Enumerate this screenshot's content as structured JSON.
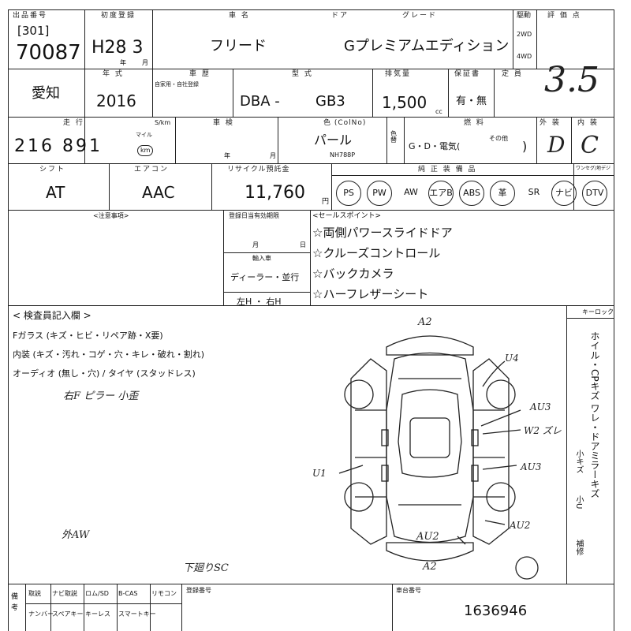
{
  "header": {
    "venue_label": "出品番号",
    "lot_prefix": "[301]",
    "lot_number": "70087",
    "first_reg_label": "初度登録",
    "first_reg_value": "H28 3",
    "year_unit": "年",
    "month_unit": "月",
    "model_name_label": "車 名",
    "door_label": "ドア",
    "grade_label": "グレード",
    "model_name": "フリード",
    "grade": "Gプレミアムエディション",
    "drive_label": "駆動",
    "drive_2wd": "2WD",
    "drive_4wd": "4WD",
    "score_label": "評 価 点",
    "score": "3.5"
  },
  "row2": {
    "prefecture": "愛知",
    "model_year_label": "年 式",
    "model_year": "2016",
    "history_label": "車 歴",
    "history_sub": "自家用・自社登録",
    "type_label": "型 式",
    "type_prefix": "DBA -",
    "type_code": "GB3",
    "displacement_label": "排気量",
    "displacement": "1,500",
    "cc_unit": "cc",
    "warranty_label": "保証書",
    "warranty_value": "有・無",
    "capacity_label": "定 員"
  },
  "row3": {
    "mileage_label": "走 行",
    "mileage_unit_note": "S/km",
    "mileage": "216 891",
    "mileage_unit_mile": "マイル",
    "mileage_unit_km": "km",
    "inspection_label": "車 検",
    "inspection_year": "年",
    "inspection_month": "月",
    "color_label": "色 (ColNo)",
    "color": "パール",
    "color_code": "NH788P",
    "color_change_label": "色 替",
    "fuel_label": "燃 料",
    "fuel_options": "G・D・電気(",
    "fuel_other": "その他",
    "fuel_close": ")",
    "exterior_label": "外 装",
    "exterior": "D",
    "interior_label": "内 装",
    "interior": "C"
  },
  "row4": {
    "shift_label": "シフト",
    "shift": "AT",
    "ac_label": "エアコン",
    "ac": "AAC",
    "recycle_label": "リサイクル預託金",
    "recycle": "11,760",
    "yen_unit": "円",
    "equipment_label": "純 正 装 備 品",
    "tv_label": "ワンセグ/地デジ",
    "equipment": [
      {
        "label": "PS",
        "circled": true
      },
      {
        "label": "PW",
        "circled": true
      },
      {
        "label": "AW",
        "circled": false
      },
      {
        "label": "エアB",
        "circled": true
      },
      {
        "label": "ABS",
        "circled": true
      },
      {
        "label": "革",
        "circled": true
      },
      {
        "label": "SR",
        "circled": false
      },
      {
        "label": "ナビ",
        "circled": true
      },
      {
        "label": "DTV",
        "circled": true
      }
    ]
  },
  "notes": {
    "caution_label": "<注意事項>",
    "deadline_label": "登録日当有効期限",
    "deadline_month": "月",
    "deadline_day": "日",
    "import_label": "輸入車",
    "import_dealer": "ディーラー・並行",
    "handle": "左H ・ 右H",
    "sales_label": "<セールスポイント>",
    "sales_points": [
      "☆両側パワースライドドア",
      "☆クルーズコントロール",
      "☆バックカメラ",
      "☆ハーフレザーシート"
    ]
  },
  "inspection": {
    "title": "< 検査員記入欄 >",
    "glass_line": "Fガラス (キズ・ヒビ・リペア跡・X要)",
    "interior_line": "内装 (キズ・汚れ・コゲ・穴・キレ・破れ・割れ)",
    "audio_line": "オーディオ (無し・穴) / タイヤ (スタッドレス)",
    "note1": "右F ピラー 小歪",
    "note2": "外AW",
    "note3": "下廻りSC",
    "keyless_label": "キーロック",
    "side_legend": "ホイル・CPキズ ワレ・ドアミラーキズ",
    "side_sub1": "小キズ",
    "side_sub2": "小U",
    "side_sub3": "補修"
  },
  "diagram_marks": {
    "front": "A2",
    "rear": "A2",
    "rear_bumper": "AU2",
    "right_rear_door": "AU3",
    "right_front_door": "AU3",
    "right_fender_rear": "AU2",
    "right_pillar": "W2 ズレ",
    "right_mirror": "U4",
    "left_side": "U1"
  },
  "footer": {
    "equip_labels_top": [
      "取説",
      "ナビ取説",
      "ロム/SD",
      "B-CAS",
      "リモコン"
    ],
    "equip_labels_bottom": [
      "ナンバー",
      "スペアキー",
      "キーレス",
      "スマートキー"
    ],
    "remarks_side_label": "備 考",
    "registration_label": "登録番号",
    "chassis_label": "車台番号",
    "chassis_number": "1636946"
  }
}
